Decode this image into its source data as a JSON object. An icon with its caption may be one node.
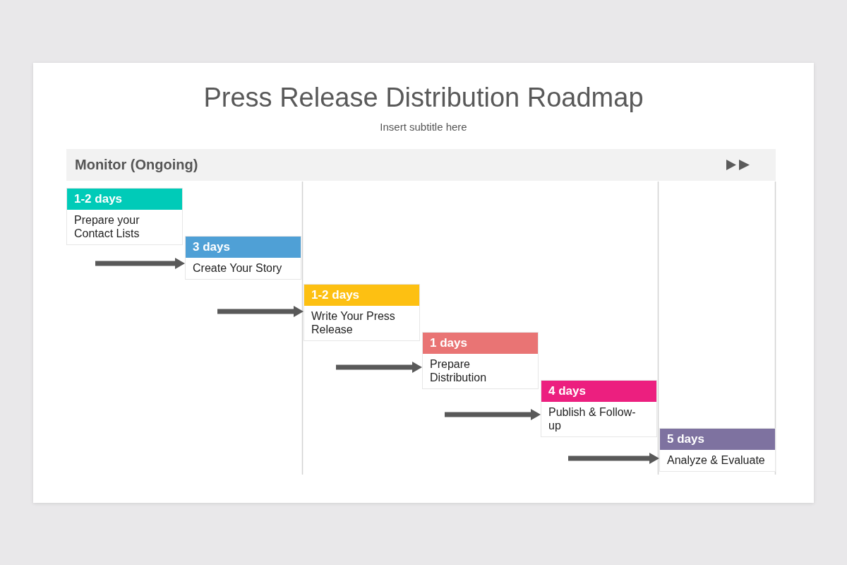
{
  "diagram": {
    "title": "Press Release Distribution Roadmap",
    "nodes": [
      {
        "text": [
          "Monitor (Ongoing)"
        ]
      },
      {
        "text": [
          "1-2 days",
          "Prepare your Contact Lists"
        ]
      },
      {
        "text": [
          "3 days",
          "Create Your Story"
        ]
      },
      {
        "text": [
          "1-2 days",
          "Write Your Press Release"
        ]
      },
      {
        "text": [
          "1 days",
          "Prepare Distribution"
        ]
      },
      {
        "text": [
          "4 days",
          "Publish & Follow-up"
        ]
      },
      {
        "text": [
          "5 days",
          "Analyze & Evaluate"
        ]
      }
    ],
    "edges": [
      {
        "from": null,
        "to": 2,
        "arrow": "to"
      },
      {
        "from": null,
        "to": 3,
        "arrow": "to"
      },
      {
        "from": null,
        "to": 4,
        "arrow": "to"
      },
      {
        "from": null,
        "to": 5,
        "arrow": "to"
      },
      {
        "from": null,
        "to": 6,
        "arrow": "to"
      }
    ],
    "labels": [
      "Insert subtitle here"
    ]
  }
}
